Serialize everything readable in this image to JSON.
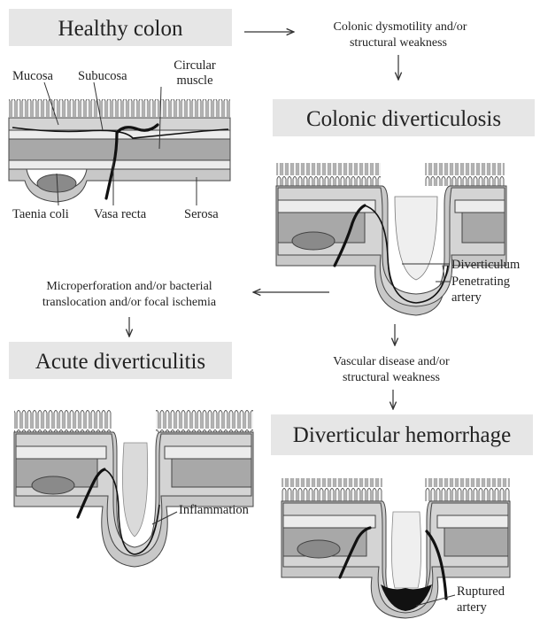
{
  "titles": {
    "healthy": "Healthy colon",
    "diverticulosis": "Colonic diverticulosis",
    "diverticulitis": "Acute diverticulitis",
    "hemorrhage": "Diverticular hemorrhage"
  },
  "healthy_labels": {
    "mucosa": "Mucosa",
    "subucosa": "Subucosa",
    "circular_muscle_1": "Circular",
    "circular_muscle_2": "muscle",
    "taenia_coli": "Taenia coli",
    "vasa_recta": "Vasa recta",
    "serosa": "Serosa"
  },
  "diverticulosis_labels": {
    "diverticulum": "Diverticulum",
    "penetrating_1": "Penetrating",
    "penetrating_2": "artery"
  },
  "transitions": {
    "to_diverticulosis_1": "Colonic dysmotility and/or",
    "to_diverticulosis_2": "structural weakness",
    "to_diverticulitis_1": "Microperforation and/or bacterial",
    "to_diverticulitis_2": "translocation and/or focal ischemia",
    "to_hemorrhage_1": "Vascular disease and/or",
    "to_hemorrhage_2": "structural weakness"
  },
  "diverticulitis_labels": {
    "inflammation": "Inflammation"
  },
  "hemorrhage_labels": {
    "ruptured_1": "Ruptured",
    "ruptured_2": "artery"
  }
}
